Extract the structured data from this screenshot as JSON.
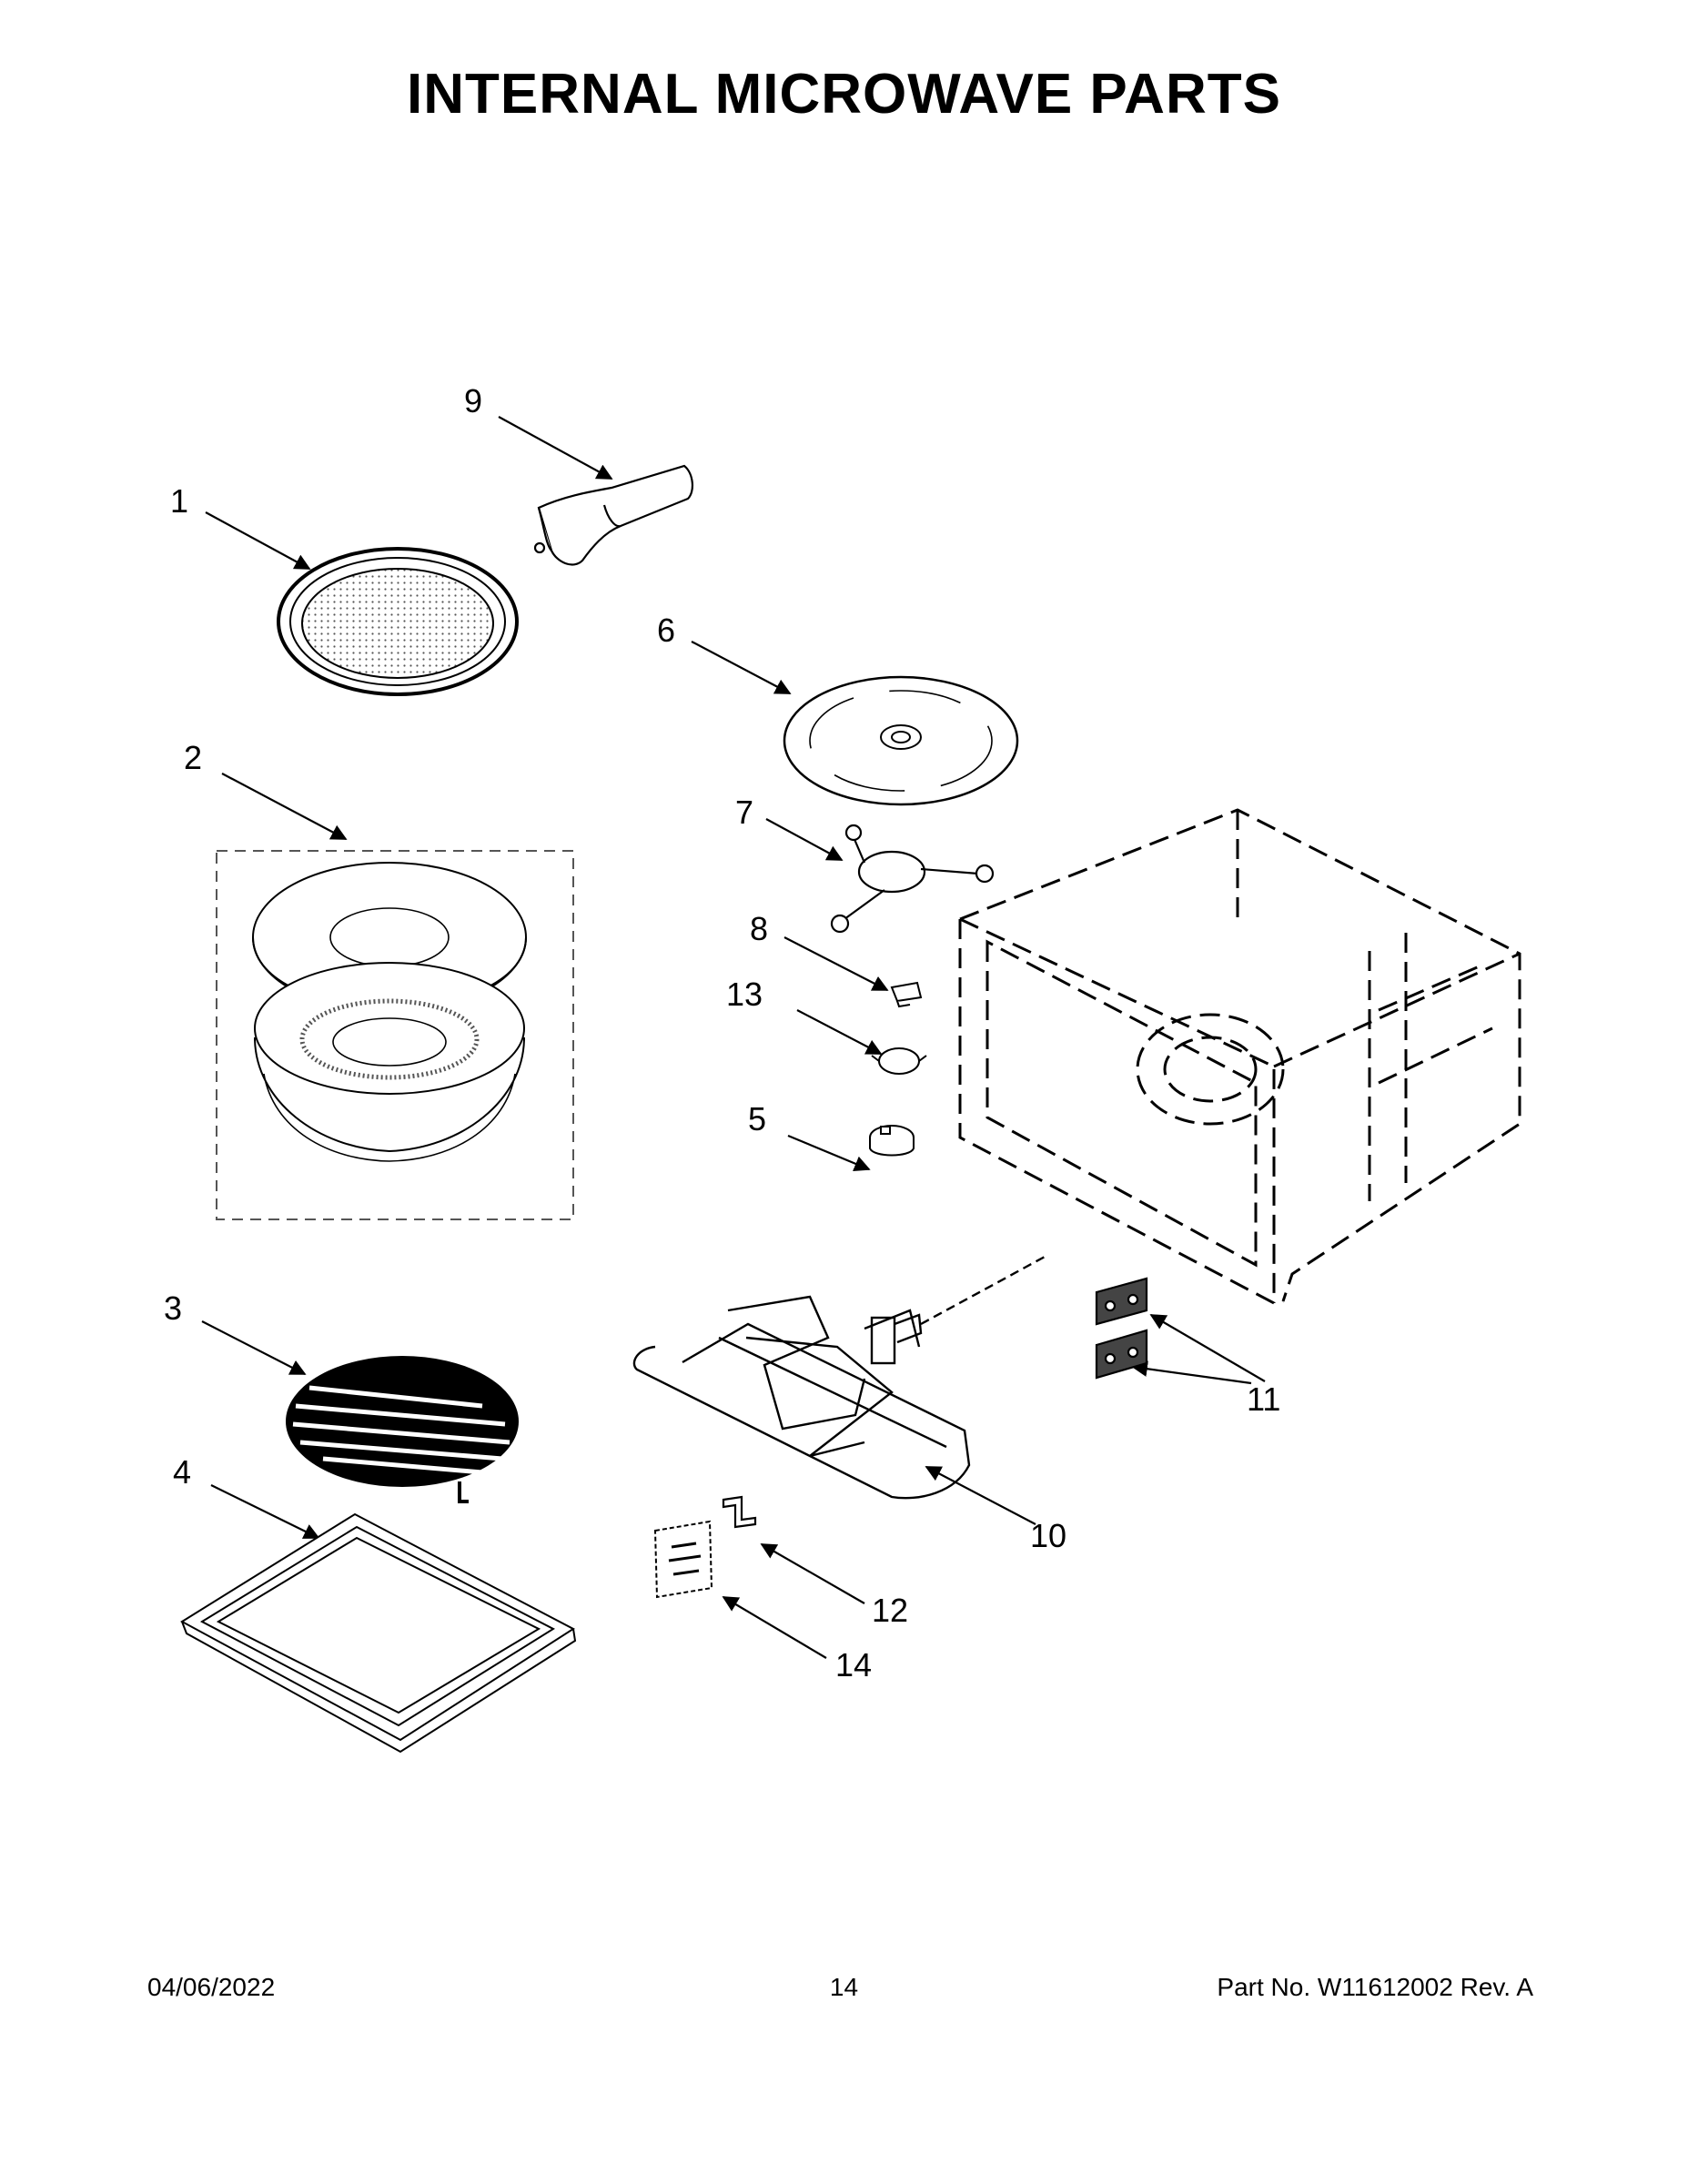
{
  "title": "INTERNAL MICROWAVE PARTS",
  "callouts": [
    "1",
    "2",
    "3",
    "4",
    "5",
    "6",
    "7",
    "8",
    "9",
    "10",
    "11",
    "12",
    "13",
    "14"
  ],
  "footer": {
    "date": "04/06/2022",
    "page": "14",
    "part": "Part No.  W11612002  Rev.  A"
  }
}
